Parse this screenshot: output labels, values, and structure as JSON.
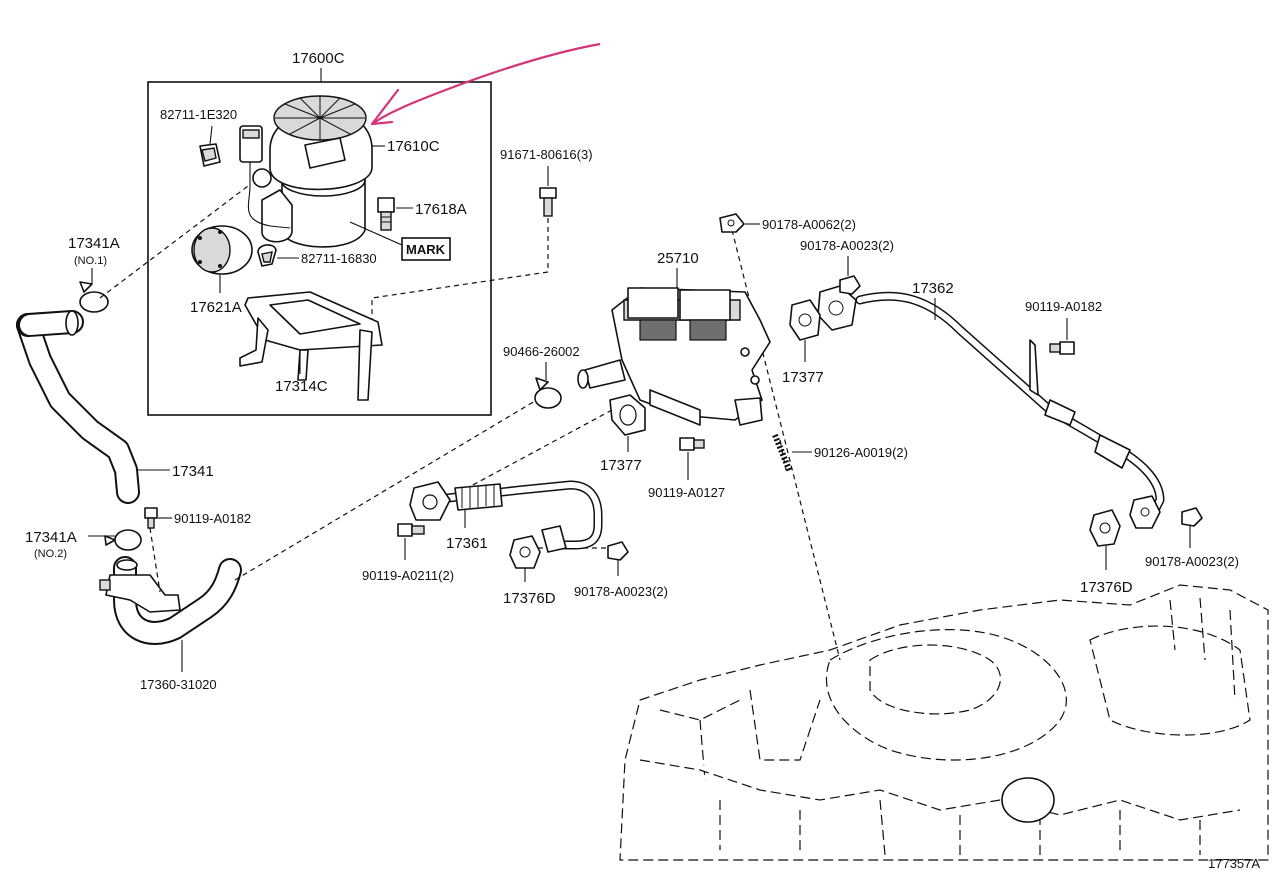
{
  "colors": {
    "annotation": "#d6337a",
    "line": "#111111"
  },
  "labels": {
    "assy_17600C": "17600C",
    "p_82711_1E320": "82711-1E320",
    "p_17610C": "17610C",
    "p_17618A": "17618A",
    "mark": "MARK",
    "p_82711_16830": "82711-16830",
    "p_17621A": "17621A",
    "p_17314C": "17314C",
    "p_91671_80616": "91671-80616(3)",
    "p_17341A_top": "17341A",
    "no1": "(NO.1)",
    "p_17341": "17341",
    "p_90119_A0182_l": "90119-A0182",
    "p_17341A_bot": "17341A",
    "no2": "(NO.2)",
    "p_17360_31020": "17360-31020",
    "p_90466_26002": "90466-26002",
    "p_25710": "25710",
    "p_90178_A0062": "90178-A0062(2)",
    "p_90178_A0023_top": "90178-A0023(2)",
    "p_17362": "17362",
    "p_90119_A0182_r": "90119-A0182",
    "p_17377_r": "17377",
    "p_17377_l": "17377",
    "p_90126_A0019": "90126-A0019(2)",
    "p_90119_A0127": "90119-A0127",
    "p_17361": "17361",
    "p_90119_A0211": "90119-A0211(2)",
    "p_17376D_l": "17376D",
    "p_90178_A0023_bot": "90178-A0023(2)",
    "p_17376D_r": "17376D",
    "p_90178_A0023_r": "90178-A0023(2)",
    "fig_code": "177357A"
  }
}
